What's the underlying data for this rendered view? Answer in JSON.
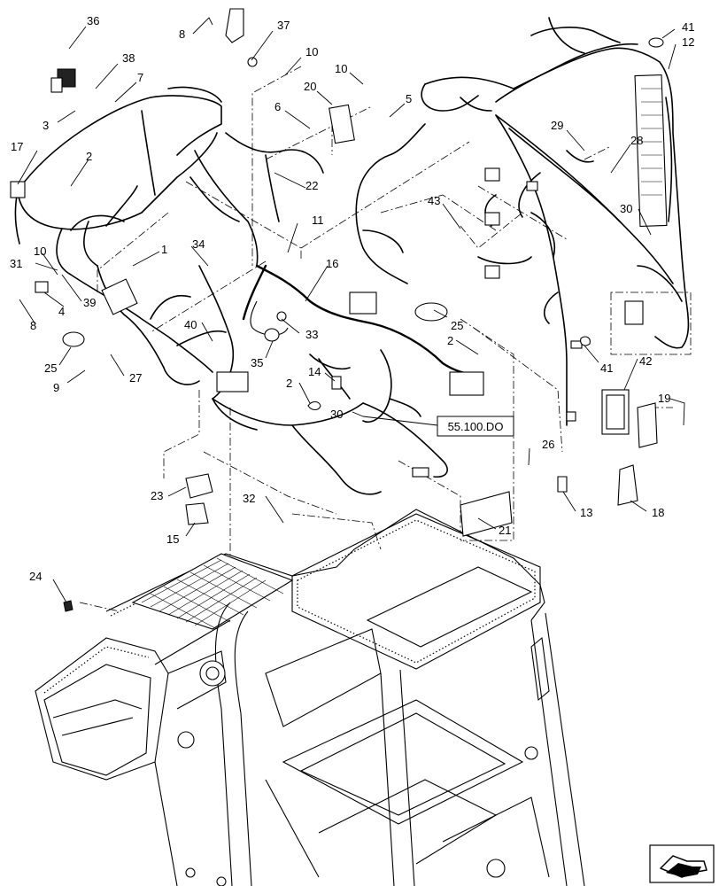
{
  "callouts": [
    {
      "id": "c36",
      "label": "36"
    },
    {
      "id": "c8a",
      "label": "8"
    },
    {
      "id": "c37",
      "label": "37"
    },
    {
      "id": "c10a",
      "label": "10"
    },
    {
      "id": "c38",
      "label": "38"
    },
    {
      "id": "c7",
      "label": "7"
    },
    {
      "id": "c3",
      "label": "3"
    },
    {
      "id": "c20",
      "label": "20"
    },
    {
      "id": "c10b",
      "label": "10"
    },
    {
      "id": "c6",
      "label": "6"
    },
    {
      "id": "c5",
      "label": "5"
    },
    {
      "id": "c17",
      "label": "17"
    },
    {
      "id": "c2a",
      "label": "2"
    },
    {
      "id": "c22",
      "label": "22"
    },
    {
      "id": "c41a",
      "label": "41"
    },
    {
      "id": "c12",
      "label": "12"
    },
    {
      "id": "c29",
      "label": "29"
    },
    {
      "id": "c28",
      "label": "28"
    },
    {
      "id": "c43",
      "label": "43"
    },
    {
      "id": "c30a",
      "label": "30"
    },
    {
      "id": "c11",
      "label": "11"
    },
    {
      "id": "c34",
      "label": "34"
    },
    {
      "id": "c1",
      "label": "1"
    },
    {
      "id": "c31",
      "label": "31"
    },
    {
      "id": "c10c",
      "label": "10"
    },
    {
      "id": "c16",
      "label": "16"
    },
    {
      "id": "c4",
      "label": "4"
    },
    {
      "id": "c39",
      "label": "39"
    },
    {
      "id": "c8b",
      "label": "8"
    },
    {
      "id": "c40",
      "label": "40"
    },
    {
      "id": "c33",
      "label": "33"
    },
    {
      "id": "c25a",
      "label": "25"
    },
    {
      "id": "c25b",
      "label": "25"
    },
    {
      "id": "c2b",
      "label": "2"
    },
    {
      "id": "c35",
      "label": "35"
    },
    {
      "id": "c9",
      "label": "9"
    },
    {
      "id": "c27",
      "label": "27"
    },
    {
      "id": "c14",
      "label": "14"
    },
    {
      "id": "c2c",
      "label": "2"
    },
    {
      "id": "c41b",
      "label": "41"
    },
    {
      "id": "c42",
      "label": "42"
    },
    {
      "id": "c19",
      "label": "19"
    },
    {
      "id": "c30b",
      "label": "30"
    },
    {
      "id": "c26",
      "label": "26"
    },
    {
      "id": "c23",
      "label": "23"
    },
    {
      "id": "c32",
      "label": "32"
    },
    {
      "id": "c15",
      "label": "15"
    },
    {
      "id": "c13",
      "label": "13"
    },
    {
      "id": "c21",
      "label": "21"
    },
    {
      "id": "c18",
      "label": "18"
    },
    {
      "id": "c24",
      "label": "24"
    }
  ],
  "reference_box": {
    "label": "55.100.DO"
  },
  "nav_icon": "next-page-arrow-icon"
}
